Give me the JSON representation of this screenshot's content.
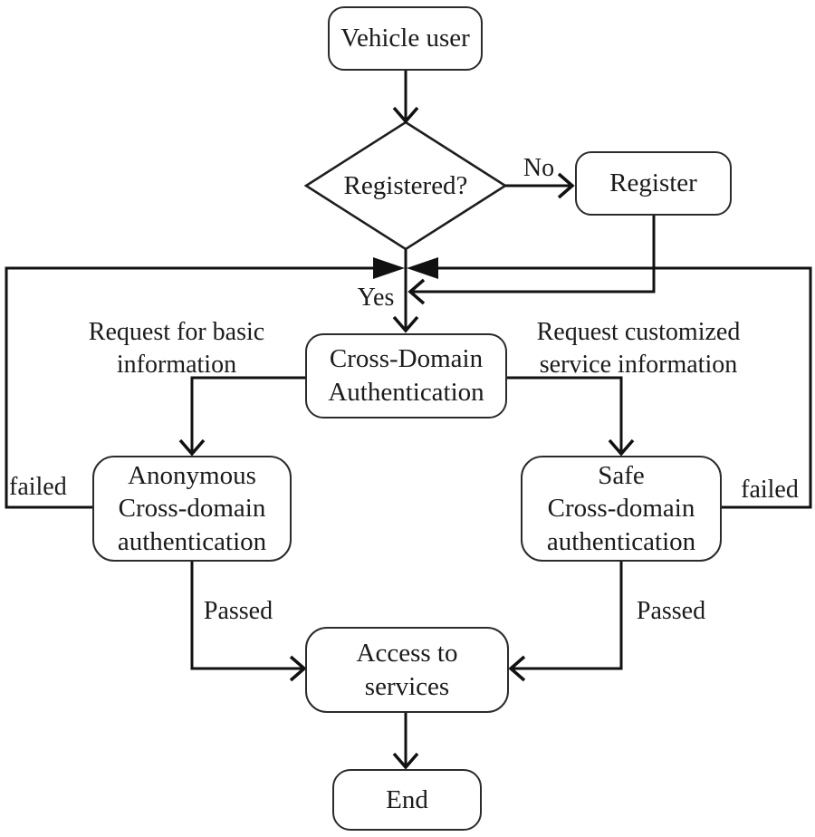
{
  "title": "Cross-domain authentication flowchart",
  "colors": {
    "ink": "#111111",
    "border": "#2b2b2b",
    "background": "#ffffff"
  },
  "nodes": {
    "vehicle_user": "Vehicle user",
    "registered": "Registered?",
    "register": "Register",
    "cross_domain": "Cross-Domain\nAuthentication",
    "anonymous": "Anonymous\nCross-domain\nauthentication",
    "safe": "Safe\nCross-domain\nauthentication",
    "access": "Access to\nservices",
    "end": "End"
  },
  "edge_labels": {
    "no": "No",
    "yes": "Yes",
    "request_basic": "Request for basic\ninformation",
    "request_customized": "Request customized\nservice information",
    "failed_left": "failed",
    "failed_right": "failed",
    "passed_left": "Passed",
    "passed_right": "Passed"
  }
}
